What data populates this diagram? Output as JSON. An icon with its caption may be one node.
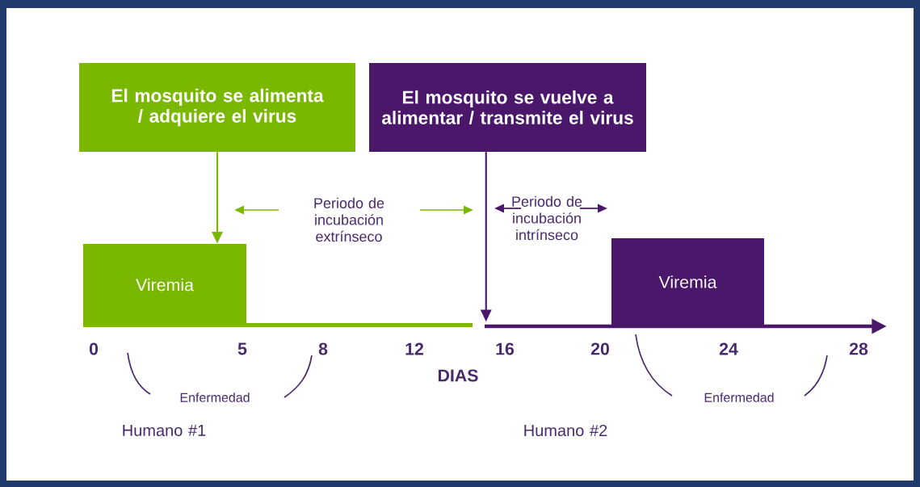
{
  "diagram": {
    "nodes": [
      {
        "text": [
          "El mosquito se alimenta / adquiere el virus"
        ]
      },
      {
        "text": [
          "El mosquito se vuelve a alimentar / transmite el virus"
        ]
      },
      {
        "text": [
          "Viremia"
        ]
      },
      {
        "text": [
          "Viremia"
        ]
      }
    ],
    "edges": [
      {
        "from": 0,
        "to": 2,
        "arrow": "to",
        "color": "#7ab800"
      },
      {
        "from": 1,
        "to": null,
        "arrow": "to",
        "color": "#4a176b"
      }
    ],
    "labels": [
      "Periodo de incubación extrínseco",
      "Periodo de incubación intrínseco",
      "0",
      "5",
      "8",
      "12",
      "16",
      "20",
      "24",
      "28",
      "DIAS",
      "Enfermedad",
      "Enfermedad",
      "Humano #1",
      "Humano #2"
    ]
  }
}
